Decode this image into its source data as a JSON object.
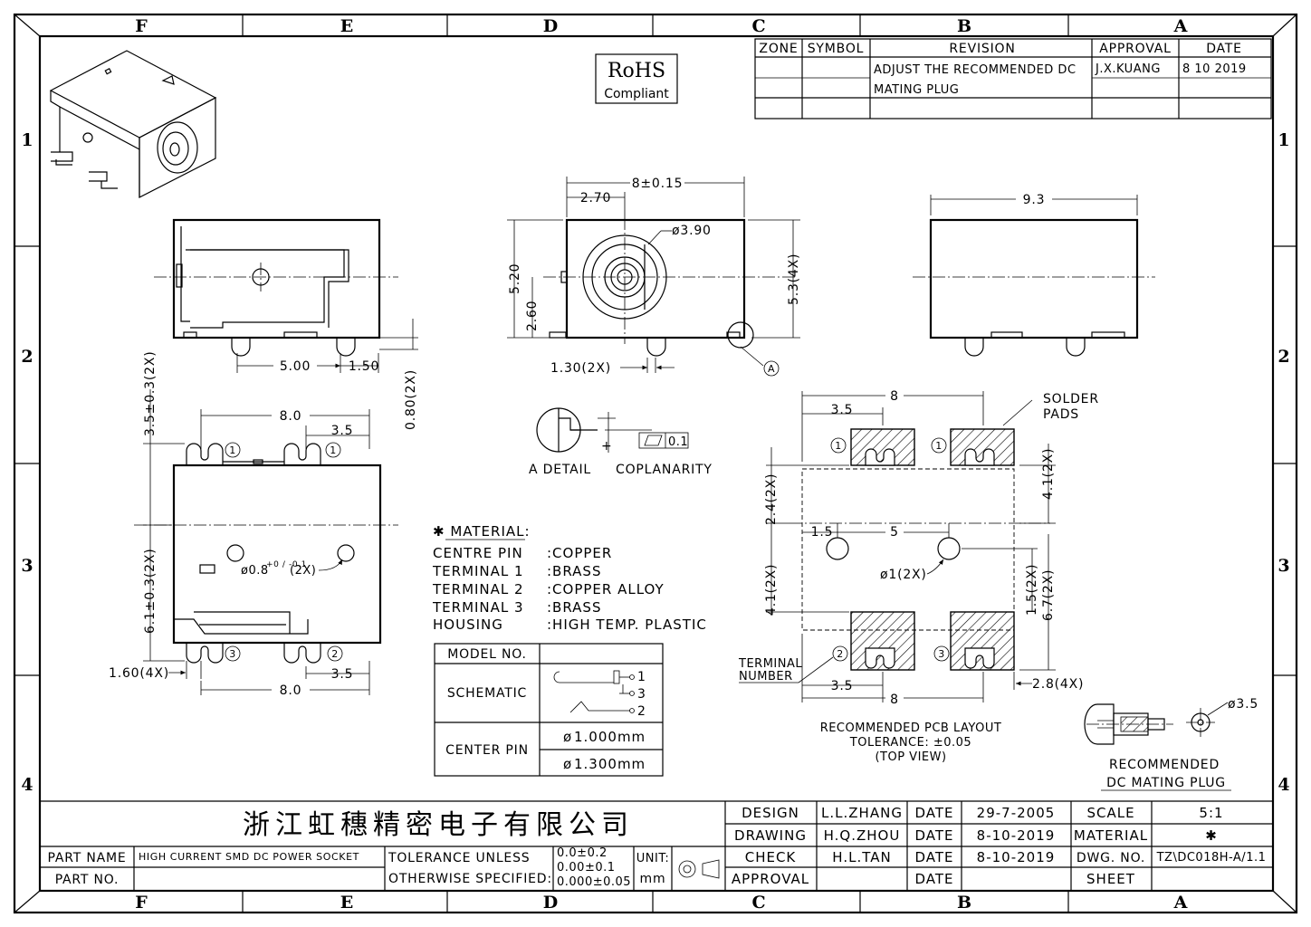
{
  "zones": {
    "columns": [
      "F",
      "E",
      "D",
      "C",
      "B",
      "A"
    ],
    "rows": [
      "1",
      "2",
      "3",
      "4"
    ]
  },
  "rohs": {
    "line1": "RoHS",
    "line2": "Compliant"
  },
  "revision_table": {
    "headers": [
      "ZONE",
      "SYMBOL",
      "REVISION",
      "APPROVAL",
      "DATE"
    ],
    "revision_line1": "ADJUST THE RECOMMENDED DC",
    "revision_line2": "MATING PLUG",
    "approval": "J.X.KUANG",
    "date": "8 10 2019"
  },
  "dims": {
    "front_width": "8±0.15",
    "front_offset": "2.70",
    "jack_dia": "ø3.90",
    "front_h1": "5.20",
    "front_h2": "2.60",
    "front_side": "5.3(4X)",
    "front_pin": "1.30(2X)",
    "detail_ref": "A",
    "side_top": "9.3",
    "left_5": "5.00",
    "left_15": "1.50",
    "left_080": "0.80(2X)",
    "bot_8_top": "8.0",
    "bot_35_top": "3.5",
    "bot_35": "3.5±0.3(2X)",
    "bot_61": "6.1±0.3(2X)",
    "bot_hole": "ø0.8",
    "bot_hole_tol": "+0 / -0.1",
    "bot_hole_x": "(2X)",
    "bot_160": "1.60(4X)",
    "bot_35_bot": "3.5",
    "bot_8_bot": "8.0",
    "a_detail": "A DETAIL",
    "coplanarity": "COPLANARITY",
    "coplan_val": "0.1"
  },
  "material": {
    "title": "✱ MATERIAL:",
    "rows": [
      {
        "name": "CENTRE PIN",
        "value": ":COPPER"
      },
      {
        "name": "TERMINAL 1",
        "value": ":BRASS"
      },
      {
        "name": "TERMINAL 2",
        "value": ":COPPER ALLOY"
      },
      {
        "name": "TERMINAL 3",
        "value": ":BRASS"
      },
      {
        "name": "HOUSING",
        "value": ":HIGH TEMP. PLASTIC"
      }
    ]
  },
  "model_table": {
    "model_no": "MODEL NO.",
    "schematic": "SCHEMATIC",
    "center_pin": "CENTER PIN",
    "pin1": "1.000mm",
    "pin2": "1.300mm",
    "pin1_prefix": "ø",
    "pin2_prefix": "ø",
    "sch_labels": [
      "1",
      "3",
      "2"
    ]
  },
  "pcb": {
    "solder_pads": "SOLDER",
    "solder_pads2": "PADS",
    "top_8": "8",
    "top_35": "3.5",
    "d_24": "2.4(2X)",
    "d_41": "4.1(2X)",
    "d_15": "1.5",
    "d_5": "5",
    "d_4x": "4.1(2X)",
    "d_hole": "ø1(2X)",
    "d_15b": "1.5(2X)",
    "d_67": "6.7(2X)",
    "terminal_number": "TERMINAL",
    "terminal_number2": "NUMBER",
    "bot_35": "3.5",
    "bot_8": "8",
    "d_28": "2.8(4X)",
    "caption1": "RECOMMENDED PCB LAYOUT",
    "caption2": "TOLERANCE: ±0.05",
    "caption3": "(TOP VIEW)"
  },
  "plug": {
    "dia": "ø3.5",
    "caption1": "RECOMMENDED",
    "caption2": "DC MATING PLUG"
  },
  "title_block": {
    "company": "浙江虹穗精密电子有限公司",
    "design_label": "DESIGN",
    "design_name": "L.L.ZHANG",
    "design_date_label": "DATE",
    "design_date": "29-7-2005",
    "scale_label": "SCALE",
    "scale": "5:1",
    "drawing_label": "DRAWING",
    "drawing_name": "H.Q.ZHOU",
    "drawing_date_label": "DATE",
    "drawing_date": "8-10-2019",
    "material_label": "MATERIAL",
    "material": "✱",
    "part_name_label": "PART NAME",
    "part_name": "HIGH CURRENT SMD DC POWER SOCKET",
    "tol1": "TOLERANCE UNLESS",
    "tol2": "OTHERWISE SPECIFIED:",
    "tol_v1": "0.0±0.2",
    "tol_v2": "0.00±0.1",
    "tol_v3": "0.000±0.05",
    "unit_label": "UNIT:",
    "unit": "mm",
    "check_label": "CHECK",
    "check_name": "H.L.TAN",
    "check_date_label": "DATE",
    "check_date": "8-10-2019",
    "dwg_label": "DWG. NO.",
    "dwg_no": "TZ\\DC018H-A/1.1",
    "part_no_label": "PART NO.",
    "approval_label": "APPROVAL",
    "approval_date_label": "DATE",
    "sheet_label": "SHEET"
  }
}
